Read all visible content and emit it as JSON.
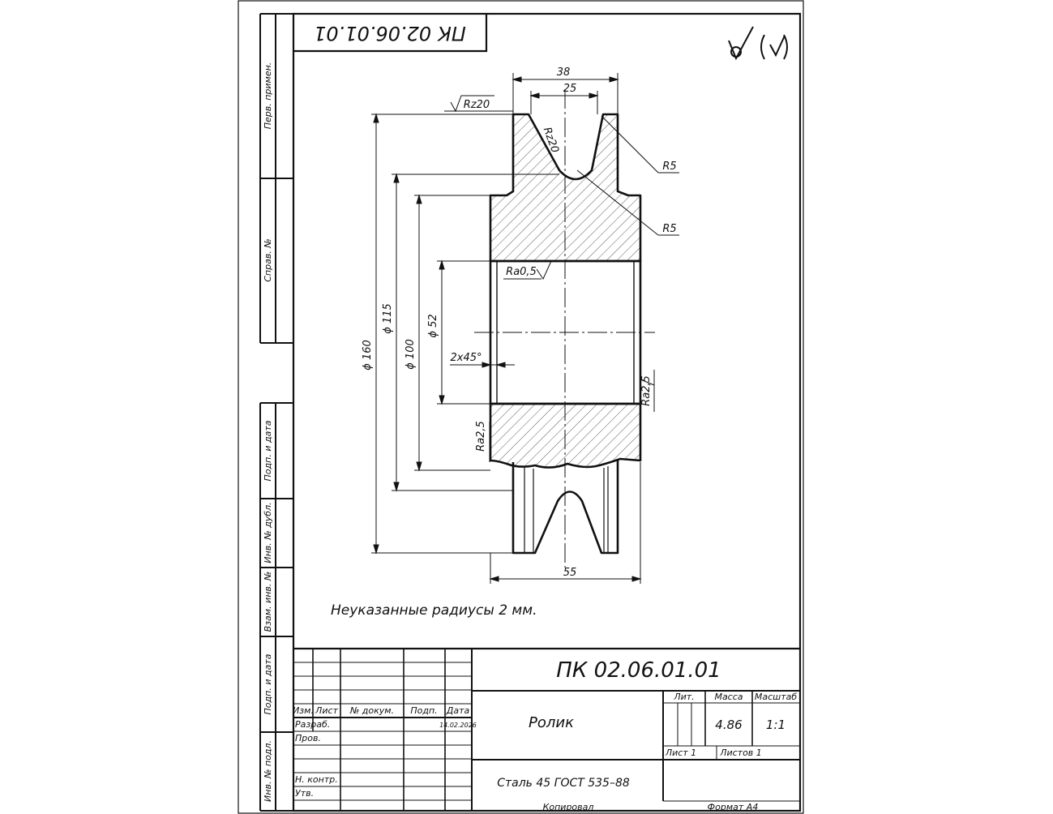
{
  "drawing": {
    "code_rotated": "ПК 02.06.01.01",
    "note": "Неуказанные радиусы 2 мм.",
    "dimensions": {
      "width_38": "38",
      "width_25": "25",
      "width_55": "55",
      "dia_160": "ϕ 160",
      "dia_115": "ϕ 115",
      "dia_100": "ϕ 100",
      "dia_52": "ϕ 52",
      "chamfer": "2x45°",
      "radius_r5_top": "R5",
      "radius_r5_bottom": "R5"
    },
    "roughness": {
      "rz20_left": "Rz20",
      "rz20_groove": "Rz20",
      "ra05": "Ra0,5",
      "ra25_right": "Ra2,5",
      "ra25_left": "Ra2,5"
    }
  },
  "left_margin": {
    "perv_primen": "Перв. примен.",
    "sprav_no": "Справ. №",
    "podp_data_1": "Подп. и дата",
    "inv_dubl": "Инв. № дубл.",
    "vzam_inv": "Взам. инв. №",
    "podp_data_2": "Подп. и дата",
    "inv_podl": "Инв. № подл."
  },
  "title_block": {
    "designation": "ПК 02.06.01.01",
    "part_name": "Ролик",
    "material": "Сталь 45 ГОСТ 535–88",
    "col_izm": "Изм.",
    "col_list": "Лист",
    "col_doc": "№ докум.",
    "col_podp": "Подп.",
    "col_data": "Дата",
    "row_razrab": "Разраб.",
    "row_prov": "Пров.",
    "row_nkontr": "Н. контр.",
    "row_utv": "Утв.",
    "date": "14.02.2026",
    "lit_label": "Лит.",
    "massa_label": "Масса",
    "masshtab_label": "Масштаб",
    "massa_value": "4.86",
    "masshtab_value": "1:1",
    "list_label": "Лист 1",
    "listov_label": "Листов 1",
    "kopiroval": "Копировал",
    "format": "Формат А4"
  }
}
